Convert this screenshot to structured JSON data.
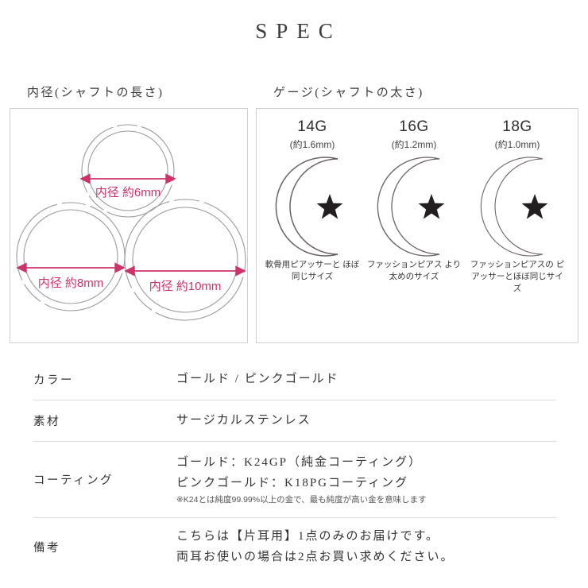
{
  "title": "SPEC",
  "sections": {
    "diameter_heading": "内径(シャフトの長さ)",
    "gauge_heading": "ゲージ(シャフトの太さ)"
  },
  "diameter_rings": [
    {
      "label": "内径 約6mm"
    },
    {
      "label": "内径 約8mm"
    },
    {
      "label": "内径 約10mm"
    }
  ],
  "gauges": [
    {
      "name": "14G",
      "mm": "(約1.6mm)",
      "caption_line1": "軟骨用ピアッサーと",
      "caption_line2": "ほぼ同じサイズ"
    },
    {
      "name": "16G",
      "mm": "(約1.2mm)",
      "caption_line1": "ファッションピアス",
      "caption_line2": "より太めのサイズ"
    },
    {
      "name": "18G",
      "mm": "(約1.0mm)",
      "caption_line1": "ファッションピアスの",
      "caption_line2": "ピアッサーとほぼ同じサイズ"
    }
  ],
  "spec_table": [
    {
      "label": "カラー",
      "value_line1": "ゴールド / ピンクゴールド"
    },
    {
      "label": "素材",
      "value_line1": "サージカルステンレス"
    },
    {
      "label": "コーティング",
      "value_line1": "ゴールド：K24GP（純金コーティング）",
      "value_line2": "ピンクゴールド：K18PGコーティング",
      "note": "※K24とは純度99.99%以上の金で、最も純度が高い金を意味します"
    },
    {
      "label": "備考",
      "value_line1": "こちらは【片耳用】1点のみのお届けです。",
      "value_line2": "両耳お使いの場合は2点お買い求めください。"
    }
  ],
  "colors": {
    "accent_pink": "#cc336b",
    "ring_stroke": "#9a9a9a",
    "panel_border": "#cfcfcf",
    "divider": "#dcdcdc",
    "text": "#333333",
    "star": "#231f20"
  }
}
